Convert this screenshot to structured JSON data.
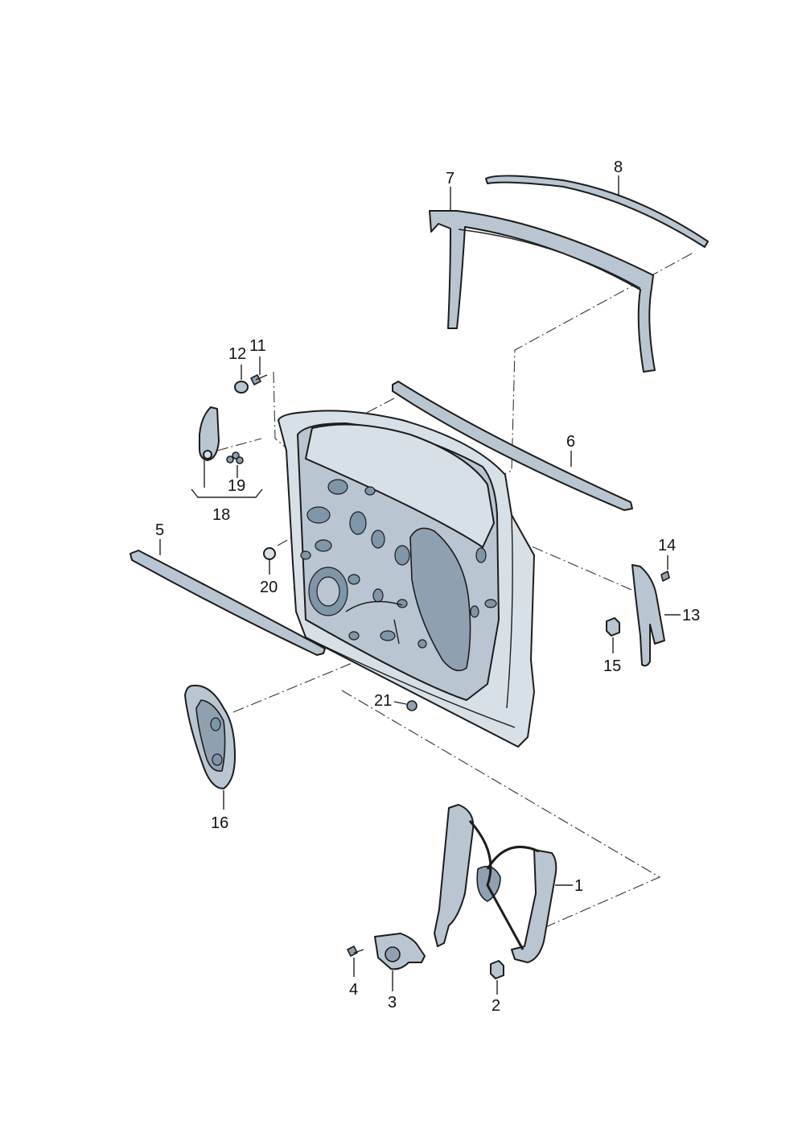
{
  "diagram": {
    "callouts": [
      {
        "id": "c1",
        "label": "1"
      },
      {
        "id": "c2",
        "label": "2"
      },
      {
        "id": "c3",
        "label": "3"
      },
      {
        "id": "c4",
        "label": "4"
      },
      {
        "id": "c5",
        "label": "5"
      },
      {
        "id": "c6",
        "label": "6"
      },
      {
        "id": "c7",
        "label": "7"
      },
      {
        "id": "c8",
        "label": "8"
      },
      {
        "id": "c11",
        "label": "11"
      },
      {
        "id": "c12",
        "label": "12"
      },
      {
        "id": "c13",
        "label": "13"
      },
      {
        "id": "c14",
        "label": "14"
      },
      {
        "id": "c15",
        "label": "15"
      },
      {
        "id": "c16",
        "label": "16"
      },
      {
        "id": "c18",
        "label": "18"
      },
      {
        "id": "c19",
        "label": "19"
      },
      {
        "id": "c20",
        "label": "20"
      },
      {
        "id": "c21",
        "label": "21"
      }
    ],
    "colors": {
      "part_fill": "#b9c6d1",
      "part_light": "#d8e0e7",
      "part_dark": "#8fa1b1",
      "outline": "#1c1c1c"
    }
  }
}
